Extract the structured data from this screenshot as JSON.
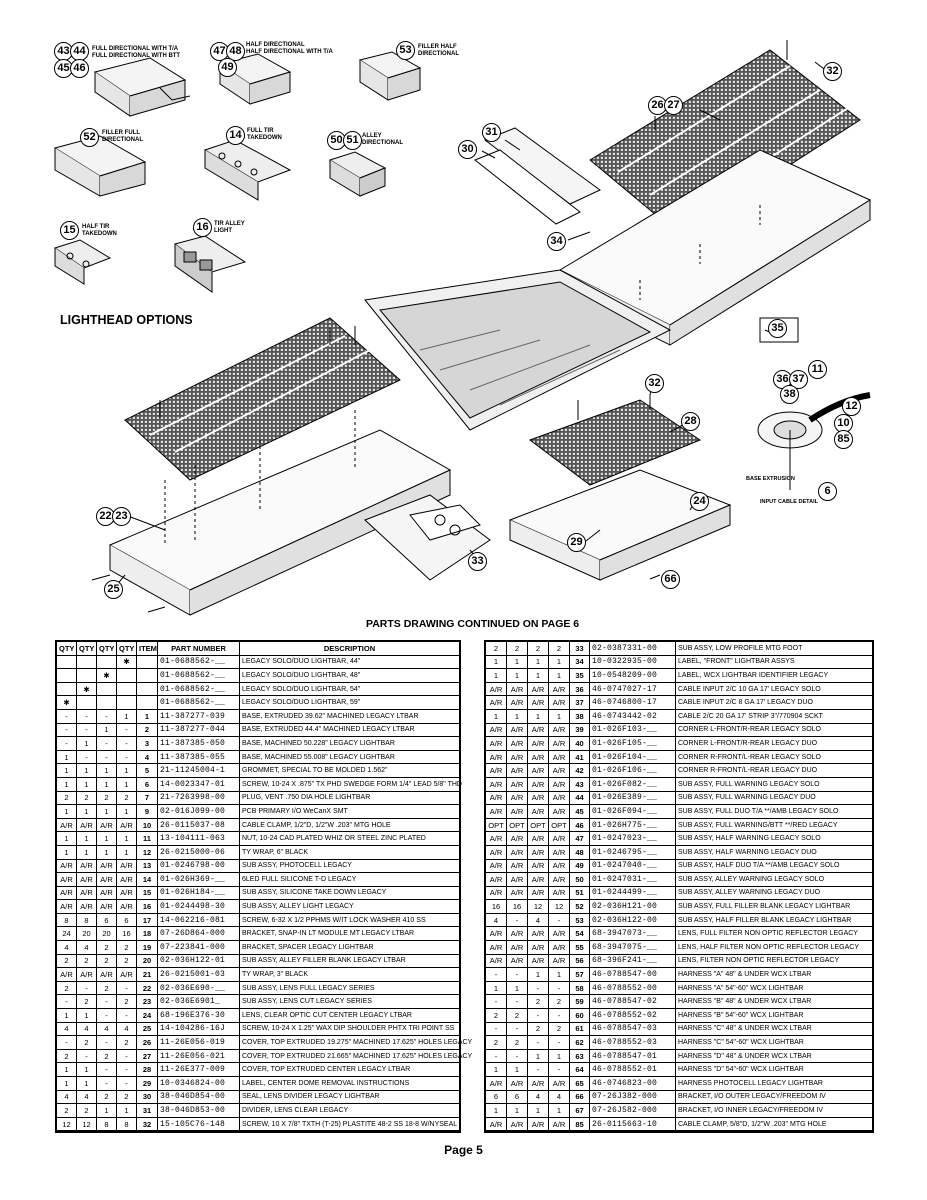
{
  "drawing": {
    "section_title": "LIGHTHEAD OPTIONS",
    "continued_note": "PARTS DRAWING CONTINUED ON PAGE 6",
    "detail_label": "INPUT CABLE DETAIL",
    "base_extrusion_label": "BASE EXTRUSION",
    "options": [
      {
        "callouts": [
          "43",
          "44",
          "45",
          "46"
        ],
        "label": "FULL DIRECTIONAL WITH T/A\nFULL DIRECTIONAL WITH BTT"
      },
      {
        "callouts": [
          "47",
          "48",
          "49"
        ],
        "label": "HALF DIRECTIONAL\nHALF DIRECTIONAL WITH T/A"
      },
      {
        "callouts": [
          "53"
        ],
        "label": "FILLER HALF\nDIRECTIONAL"
      },
      {
        "callouts": [
          "52"
        ],
        "label": "FILLER FULL\nDIRECTIONAL"
      },
      {
        "callouts": [
          "14"
        ],
        "label": "FULL TIR\nTAKEDOWN"
      },
      {
        "callouts": [
          "50",
          "51"
        ],
        "label": "ALLEY\nDIRECTIONAL"
      },
      {
        "callouts": [
          "15"
        ],
        "label": "HALF TIR\nTAKEDOWN"
      },
      {
        "callouts": [
          "16"
        ],
        "label": "TIR ALLEY\nLIGHT"
      }
    ],
    "part_callouts": [
      "32",
      "26",
      "27",
      "31",
      "30",
      "34",
      "35",
      "36",
      "37",
      "38",
      "11",
      "12",
      "10",
      "85",
      "6",
      "32",
      "28",
      "24",
      "29",
      "66",
      "33",
      "22",
      "23",
      "25"
    ]
  },
  "table_left": {
    "headers": [
      "QTY",
      "QTY",
      "QTY",
      "QTY",
      "ITEM",
      "PART NUMBER",
      "DESCRIPTION"
    ],
    "rows": [
      [
        "",
        "",
        "",
        "✱",
        "",
        "01-0688562-__",
        "LEGACY SOLO/DUO LIGHTBAR, 44\""
      ],
      [
        "",
        "",
        "✱",
        "",
        "",
        "01-0688562-__",
        "LEGACY SOLO/DUO LIGHTBAR, 48\""
      ],
      [
        "",
        "✱",
        "",
        "",
        "",
        "01-0688562-__",
        "LEGACY SOLO/DUO LIGHTBAR, 54\""
      ],
      [
        "✱",
        "",
        "",
        "",
        "",
        "01-0688562-__",
        "LEGACY SOLO/DUO LIGHTBAR, 59\""
      ],
      [
        "-",
        "-",
        "-",
        "1",
        "1",
        "11-387277-039",
        "BASE, EXTRUDED 39.62\" MACHINED LEGACY LTBAR"
      ],
      [
        "-",
        "-",
        "1",
        "-",
        "2",
        "11-387277-044",
        "BASE, EXTRUDED 44.4\" MACHINED LEGACY LTBAR"
      ],
      [
        "-",
        "1",
        "-",
        "-",
        "3",
        "11-387385-050",
        "BASE, MACHINED 50.228\" LEGACY LIGHTBAR"
      ],
      [
        "1",
        "-",
        "-",
        "-",
        "4",
        "11-387385-055",
        "BASE, MACHINED 55.008\" LEGACY LIGHTBAR"
      ],
      [
        "1",
        "1",
        "1",
        "1",
        "5",
        "21-11245004-1",
        "GROMMET, SPECIAL TO BE MOLDED 1.562\""
      ],
      [
        "1",
        "1",
        "1",
        "1",
        "6",
        "14-0023347-01",
        "SCREW, 10-24 X .875\" TX PHD SWEDGE FORM 1/4\" LEAD 5/8\" THD"
      ],
      [
        "2",
        "2",
        "2",
        "2",
        "7",
        "21-7263998-00",
        "PLUG, VENT .750 DIA HOLE LIGHTBAR"
      ],
      [
        "1",
        "1",
        "1",
        "1",
        "9",
        "02-016J099-00",
        "PCB PRIMARY I/O WeCanX SMT"
      ],
      [
        "A/R",
        "A/R",
        "A/R",
        "A/R",
        "10",
        "26-0115037-08",
        "CABLE CLAMP, 1/2\"D, 1/2\"W .203\" MTG HOLE"
      ],
      [
        "1",
        "1",
        "1",
        "1",
        "11",
        "13-104111-063",
        "NUT, 10-24 CAD PLATED WHIZ OR STEEL ZINC PLATED"
      ],
      [
        "1",
        "1",
        "1",
        "1",
        "12",
        "26-0215000-06",
        "TY WRAP, 6\" BLACK"
      ],
      [
        "A/R",
        "A/R",
        "A/R",
        "A/R",
        "13",
        "01-0246798-00",
        "SUB ASSY, PHOTOCELL LEGACY"
      ],
      [
        "A/R",
        "A/R",
        "A/R",
        "A/R",
        "14",
        "01-026H369-__",
        "6LED FULL SILICONE T-D LEGACY"
      ],
      [
        "A/R",
        "A/R",
        "A/R",
        "A/R",
        "15",
        "01-026H184-__",
        "SUB ASSY, SILICONE TAKE DOWN LEGACY"
      ],
      [
        "A/R",
        "A/R",
        "A/R",
        "A/R",
        "16",
        "01-0244498-30",
        "SUB ASSY, ALLEY LIGHT LEGACY"
      ],
      [
        "8",
        "8",
        "6",
        "6",
        "17",
        "14-062216-081",
        "SCREW, 6-32 X 1/2 PPHMS W/IT LOCK WASHER 410 SS"
      ],
      [
        "24",
        "20",
        "20",
        "16",
        "18",
        "07-26D864-000",
        "BRACKET, SNAP-IN LT MODULE MT LEGACY LTBAR"
      ],
      [
        "4",
        "4",
        "2",
        "2",
        "19",
        "07-223841-000",
        "BRACKET, SPACER LEGACY LIGHTBAR"
      ],
      [
        "2",
        "2",
        "2",
        "2",
        "20",
        "02-036H122-01",
        "SUB ASSY, ALLEY FILLER BLANK LEGACY LTBAR"
      ],
      [
        "A/R",
        "A/R",
        "A/R",
        "A/R",
        "21",
        "26-0215001-03",
        "TY WRAP, 3\" BLACK"
      ],
      [
        "2",
        "-",
        "2",
        "-",
        "22",
        "02-036E690-__",
        "SUB ASSY, LENS FULL LEGACY SERIES"
      ],
      [
        "-",
        "2",
        "-",
        "2",
        "23",
        "02-036E6901_",
        "SUB ASSY, LENS CUT LEGACY SERIES"
      ],
      [
        "1",
        "1",
        "-",
        "-",
        "24",
        "68-196E376-30",
        "LENS, CLEAR OPTIC CUT CENTER LEGACY LTBAR"
      ],
      [
        "4",
        "4",
        "4",
        "4",
        "25",
        "14-104286-16J",
        "SCREW, 10-24 X 1.25\" WAX DIP SHOULDER PHTX TRI POINT SS"
      ],
      [
        "-",
        "2",
        "-",
        "2",
        "26",
        "11-26E056-019",
        "COVER, TOP EXTRUDED 19.275\" MACHINED 17.625\" HOLES LEGACY"
      ],
      [
        "2",
        "-",
        "2",
        "-",
        "27",
        "11-26E056-021",
        "COVER, TOP EXTRUDED 21.665\" MACHINED 17.625\" HOLES LEGACY"
      ],
      [
        "1",
        "1",
        "-",
        "-",
        "28",
        "11-26E377-009",
        "COVER, TOP EXTRUDED CENTER LEGACY LTBAR"
      ],
      [
        "1",
        "1",
        "-",
        "-",
        "29",
        "10-0346824-00",
        "LABEL, CENTER DOME REMOVAL INSTRUCTIONS"
      ],
      [
        "4",
        "4",
        "2",
        "2",
        "30",
        "38-046D854-00",
        "SEAL, LENS DIVIDER LEGACY LIGHTBAR"
      ],
      [
        "2",
        "2",
        "1",
        "1",
        "31",
        "38-046D853-00",
        "DIVIDER, LENS CLEAR LEGACY"
      ],
      [
        "12",
        "12",
        "8",
        "8",
        "32",
        "15-105C76-148",
        "SCREW, 10 X 7/8\" TXTH (T-25) PLASTITE 48-2 SS 18-8 W/NYSEAL"
      ]
    ]
  },
  "table_right": {
    "rows": [
      [
        "2",
        "2",
        "2",
        "2",
        "33",
        "02-0387331-00",
        "SUB ASSY, LOW PROFILE MTG FOOT"
      ],
      [
        "1",
        "1",
        "1",
        "1",
        "34",
        "10-0322935-00",
        "LABEL, \"FRONT\" LIGHTBAR ASSYS"
      ],
      [
        "1",
        "1",
        "1",
        "1",
        "35",
        "10-0548209-00",
        "LABEL, WCX LIGHTBAR IDENTIFIER LEGACY"
      ],
      [
        "A/R",
        "A/R",
        "A/R",
        "A/R",
        "36",
        "46-0747027-17",
        "CABLE INPUT 2/C 10 GA 17' LEGACY SOLO"
      ],
      [
        "A/R",
        "A/R",
        "A/R",
        "A/R",
        "37",
        "46-0746800-17",
        "CABLE INPUT 2/C 8 GA 17' LEGACY DUO"
      ],
      [
        "1",
        "1",
        "1",
        "1",
        "38",
        "46-0743442-02",
        "CABLE 2/C 20 GA 17' STRIP 3\"/770904 SCKT"
      ],
      [
        "A/R",
        "A/R",
        "A/R",
        "A/R",
        "39",
        "01-026F103-__",
        "CORNER L-FRONT/R-REAR LEGACY SOLO"
      ],
      [
        "A/R",
        "A/R",
        "A/R",
        "A/R",
        "40",
        "01-026F105-__",
        "CORNER L-FRONT/R-REAR LEGACY DUO"
      ],
      [
        "A/R",
        "A/R",
        "A/R",
        "A/R",
        "41",
        "01-026F104-__",
        "CORNER R-FRONT/L-REAR LEGACY SOLO"
      ],
      [
        "A/R",
        "A/R",
        "A/R",
        "A/R",
        "42",
        "01-026F106-__",
        "CORNER R-FRONT/L-REAR LEGACY DUO"
      ],
      [
        "A/R",
        "A/R",
        "A/R",
        "A/R",
        "43",
        "01-026F082-__",
        "SUB ASSY, FULL WARNING LEGACY SOLO"
      ],
      [
        "A/R",
        "A/R",
        "A/R",
        "A/R",
        "44",
        "01-026E389-__",
        "SUB ASSY, FULL WARNING LEGACY DUO"
      ],
      [
        "A/R",
        "A/R",
        "A/R",
        "A/R",
        "45",
        "01-026F094-__",
        "SUB ASSY, FULL DUO T/A **/AMB LEGACY SOLO"
      ],
      [
        "OPT",
        "OPT",
        "OPT",
        "OPT",
        "46",
        "01-026H775-__",
        "SUB ASSY, FULL WARNING/BTT **/RED LEGACY"
      ],
      [
        "A/R",
        "A/R",
        "A/R",
        "A/R",
        "47",
        "01-0247023-__",
        "SUB ASSY, HALF WARNING LEGACY SOLO"
      ],
      [
        "A/R",
        "A/R",
        "A/R",
        "A/R",
        "48",
        "01-0246795-__",
        "SUB ASSY, HALF WARNING LEGACY DUO"
      ],
      [
        "A/R",
        "A/R",
        "A/R",
        "A/R",
        "49",
        "01-0247040-__",
        "SUB ASSY, HALF DUO T/A **/AMB LEGACY SOLO"
      ],
      [
        "A/R",
        "A/R",
        "A/R",
        "A/R",
        "50",
        "01-0247031-__",
        "SUB ASSY, ALLEY WARNING LEGACY SOLO"
      ],
      [
        "A/R",
        "A/R",
        "A/R",
        "A/R",
        "51",
        "01-0244499-__",
        "SUB ASSY, ALLEY WARNING LEGACY DUO"
      ],
      [
        "16",
        "16",
        "12",
        "12",
        "52",
        "02-036H121-00",
        "SUB ASSY, FULL FILLER BLANK LEGACY LIGHTBAR"
      ],
      [
        "4",
        "-",
        "4",
        "-",
        "53",
        "02-036H122-00",
        "SUB ASSY, HALF FILLER BLANK LEGACY LIGHTBAR"
      ],
      [
        "A/R",
        "A/R",
        "A/R",
        "A/R",
        "54",
        "68-3947073-__",
        "LENS, FULL FILTER NON OPTIC REFLECTOR LEGACY"
      ],
      [
        "A/R",
        "A/R",
        "A/R",
        "A/R",
        "55",
        "68-3947075-__",
        "LENS, HALF FILTER NON OPTIC REFLECTOR LEGACY"
      ],
      [
        "A/R",
        "A/R",
        "A/R",
        "A/R",
        "56",
        "68-396F241-__",
        "LENS, FILTER NON OPTIC REFLECTOR LEGACY"
      ],
      [
        "-",
        "-",
        "1",
        "1",
        "57",
        "46-0788547-00",
        "HARNESS \"A\" 48\" & UNDER WCX LTBAR"
      ],
      [
        "1",
        "1",
        "-",
        "-",
        "58",
        "46-0788552-00",
        "HARNESS \"A\" 54\"-60\" WCX LIGHTBAR"
      ],
      [
        "-",
        "-",
        "2",
        "2",
        "59",
        "46-0788547-02",
        "HARNESS \"B\" 48\" & UNDER WCX LTBAR"
      ],
      [
        "2",
        "2",
        "-",
        "-",
        "60",
        "46-0788552-02",
        "HARNESS \"B\" 54\"-60\" WCX LIGHTBAR"
      ],
      [
        "-",
        "-",
        "2",
        "2",
        "61",
        "46-0788547-03",
        "HARNESS \"C\" 48\" & UNDER WCX LTBAR"
      ],
      [
        "2",
        "2",
        "-",
        "-",
        "62",
        "46-0788552-03",
        "HARNESS \"C\" 54\"-60\" WCX LIGHTBAR"
      ],
      [
        "-",
        "-",
        "1",
        "1",
        "63",
        "46-0788547-01",
        "HARNESS \"D\" 48\" & UNDER WCX LTBAR"
      ],
      [
        "1",
        "1",
        "-",
        "-",
        "64",
        "46-0788552-01",
        "HARNESS \"D\" 54\"-60\" WCX LIGHTBAR"
      ],
      [
        "A/R",
        "A/R",
        "A/R",
        "A/R",
        "65",
        "46-0746823-00",
        "HARNESS PHOTOCELL LEGACY LIGHTBAR"
      ],
      [
        "6",
        "6",
        "4",
        "4",
        "66",
        "07-26J382-000",
        "BRACKET, I/O OUTER LEGACY/FREEDOM IV"
      ],
      [
        "1",
        "1",
        "1",
        "1",
        "67",
        "07-26J582-000",
        "BRACKET, I/O INNER LEGACY/FREEDOM IV"
      ],
      [
        "A/R",
        "A/R",
        "A/R",
        "A/R",
        "85",
        "26-0115663-10",
        "CABLE CLAMP, 5/8\"D, 1/2\"W .203\" MTG HOLE"
      ]
    ]
  },
  "footer": {
    "page_label": "Page 5"
  }
}
